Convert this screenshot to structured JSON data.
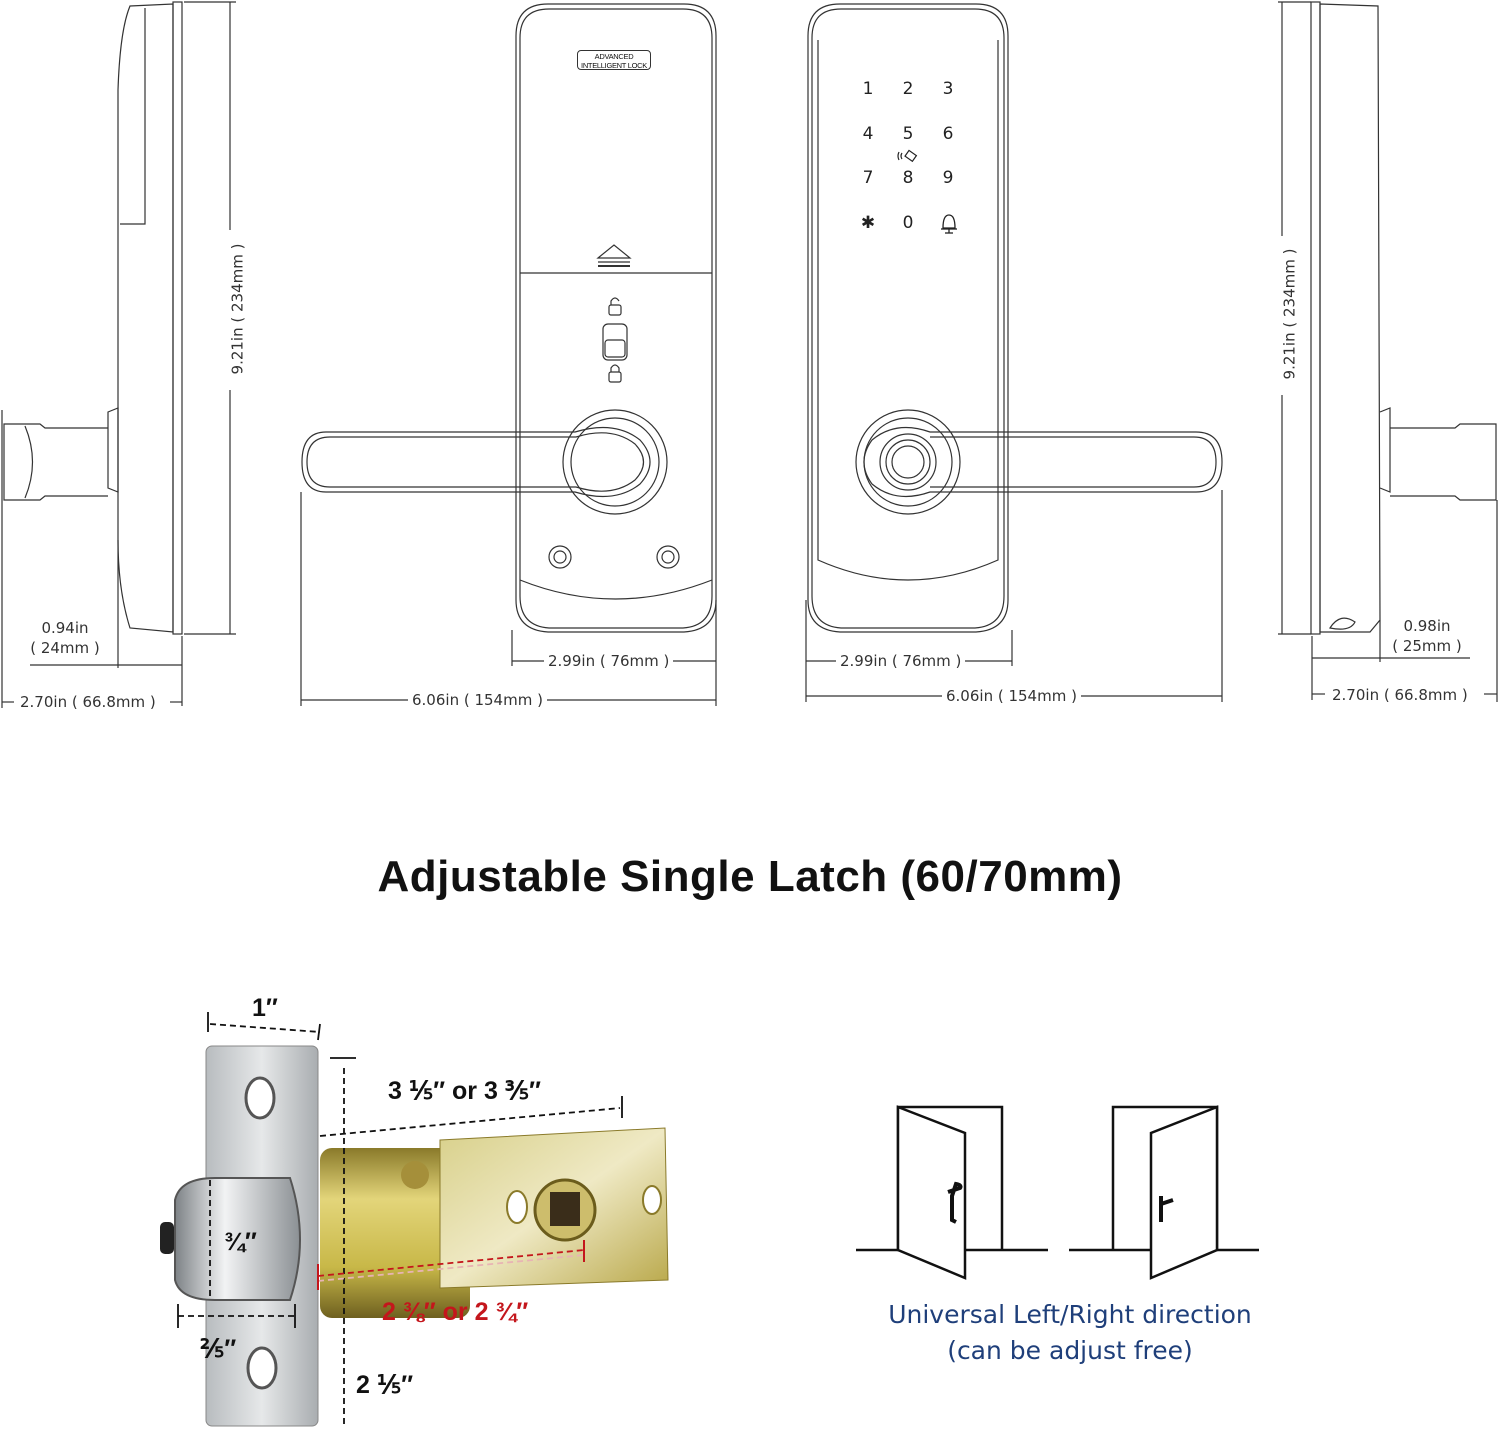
{
  "diagram": {
    "title": "Adjustable Single Latch (60/70mm)",
    "views": {
      "left_side": {
        "height_label": "9.21in ( 234mm )",
        "depth_in": "0.94in",
        "depth_mm": "( 24mm )",
        "overall_label": "2.70in ( 66.8mm )"
      },
      "front": {
        "badge_line1": "ADVANCED",
        "badge_line2": "INTELLIGENT LOCK",
        "width_label": "2.99in ( 76mm )",
        "overall_label": "6.06in ( 154mm )"
      },
      "back_keypad": {
        "keys": [
          "1",
          "2",
          "3",
          "4",
          "5",
          "6",
          "7",
          "8",
          "9",
          "*",
          "0",
          "bell"
        ],
        "width_label": "2.99in ( 76mm )",
        "overall_label": "6.06in ( 154mm )"
      },
      "right_side": {
        "height_label": "9.21in ( 234mm )",
        "depth_in": "0.98in",
        "depth_mm": "( 25mm )",
        "overall_label": "2.70in ( 66.8mm )"
      }
    },
    "latch": {
      "faceplate_width": "1″",
      "backset_total": "3 ⅕″ or 3 ⅗″",
      "bolt_height": "¾″",
      "bolt_projection": "⅖″",
      "backset": "2 ⅜″ or 2 ¾″",
      "faceplate_height": "2 ⅕″",
      "colors": {
        "backset_highlight": "#c4161c",
        "brass": "#c9b34a",
        "steel": "#cfd2d4"
      }
    },
    "doors": {
      "caption_line1": "Universal Left/Right direction",
      "caption_line2": "(can be adjust free)",
      "caption_color": "#1f3f7a"
    }
  }
}
